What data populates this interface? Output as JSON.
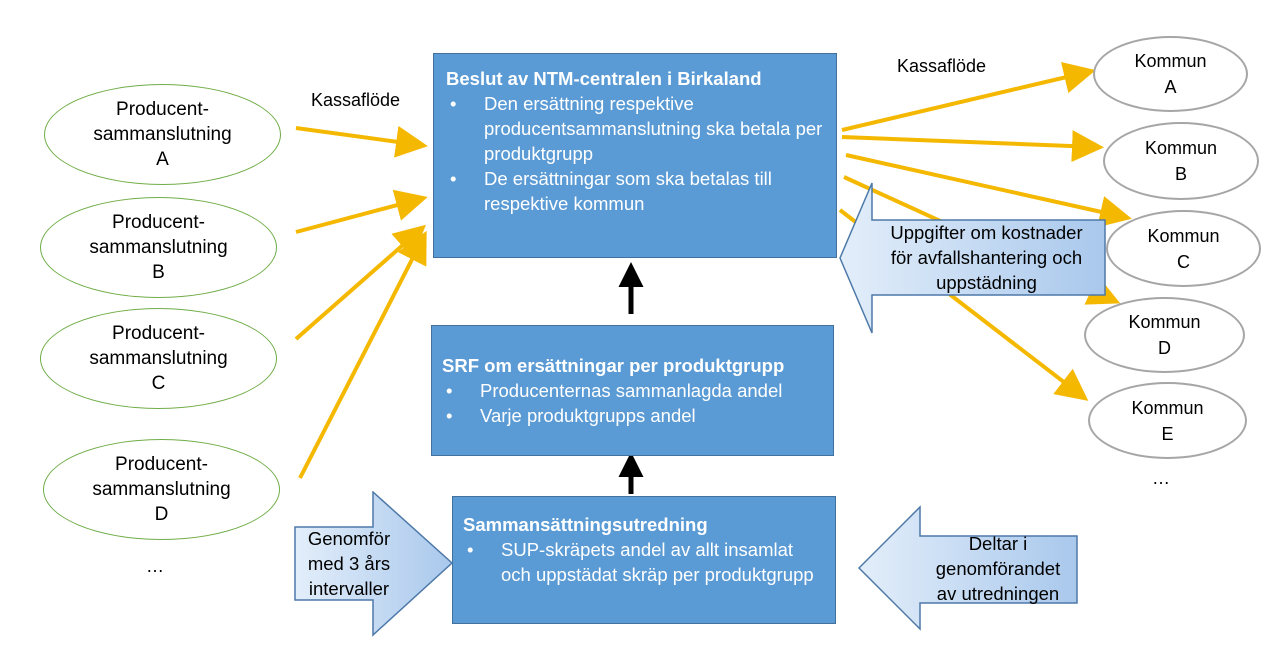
{
  "diagram": {
    "colors": {
      "flow_arrow": "#f5b800",
      "box_fill": "#5b9bd5",
      "box_border": "#41719c",
      "producer_border": "#70ad47",
      "municipality_border": "#a6a6a6",
      "block_arrow_fill_light": "#e3eefa",
      "block_arrow_fill_dark": "#a9c8ec",
      "block_arrow_border": "#4d79a8"
    },
    "labels": {
      "cashflow_left": "Kassaflöde",
      "cashflow_right": "Kassaflöde"
    },
    "producers": [
      {
        "label": "Producent-\nsammanslutning\nA"
      },
      {
        "label": "Producent-\nsammanslutning\nB"
      },
      {
        "label": "Producent-\nsammanslutning\nC"
      },
      {
        "label": "Producent-\nsammanslutning\nD"
      }
    ],
    "producers_more": "…",
    "municipalities": [
      {
        "label": "Kommun\nA"
      },
      {
        "label": "Kommun\nB"
      },
      {
        "label": "Kommun\nC"
      },
      {
        "label": "Kommun\nD"
      },
      {
        "label": "Kommun\nE"
      }
    ],
    "municipalities_more": "…",
    "decision_box": {
      "title": "Beslut av NTM-centralen i Birkaland",
      "bullets": [
        "Den ersättning respektive producentsammanslutning ska betala per produktgrupp",
        "De ersättningar som ska betalas till respektive kommun"
      ]
    },
    "srf_box": {
      "title": "SRF om ersättningar per produktgrupp",
      "bullets": [
        "Producenternas sammanlagda andel",
        "Varje produktgrupps andel"
      ]
    },
    "study_box": {
      "title": "Sammansättningsutredning",
      "bullets": [
        "SUP-skräpets andel av allt insamlat och uppstädat skräp per produktgrupp"
      ]
    },
    "block_arrows": {
      "cost_info": "Uppgifter om kostnader\nför avfallshantering och\nuppstädning",
      "interval": "Genomför\nmed 3 års\nintervaller",
      "participates": "Deltar i\ngenomförandet\nav utredningen"
    }
  }
}
